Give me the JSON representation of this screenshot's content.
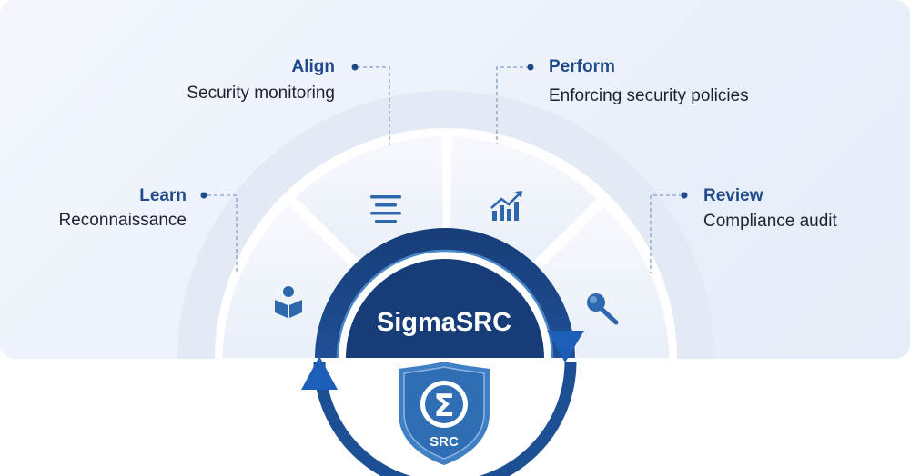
{
  "center_label": "SigmaSRC",
  "badge_label": "SRC",
  "badge_symbol": "Σ",
  "colors": {
    "primary": "#1f4a8c",
    "accent": "#1d5fb8",
    "light_blue": "#3f7fc4",
    "background": "#eef3fb"
  },
  "phases": [
    {
      "title": "Learn",
      "description": "Reconnaissance",
      "icon": "book-reader-icon"
    },
    {
      "title": "Align",
      "description": "Security monitoring",
      "icon": "align-lines-icon"
    },
    {
      "title": "Perform",
      "description": "Enforcing security policies",
      "icon": "bar-chart-trend-icon"
    },
    {
      "title": "Review",
      "description": "Compliance audit",
      "icon": "magnifier-icon"
    }
  ]
}
